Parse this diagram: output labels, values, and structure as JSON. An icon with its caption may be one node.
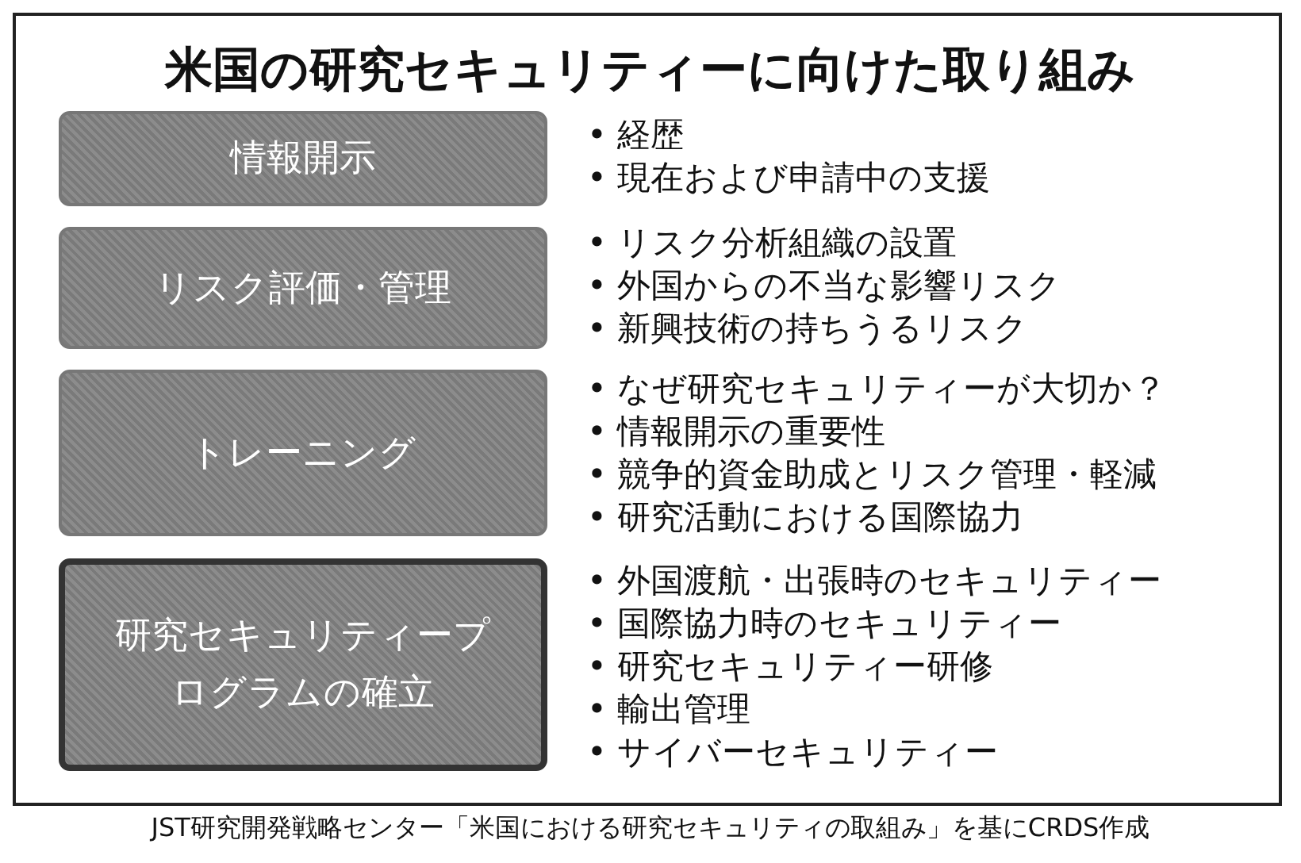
{
  "diagram": {
    "title": "米国の研究セキュリティーに向けた取り組み",
    "caption": "JST研究開発戦略センター「米国における研究セキュリティの取組み」を基にCRDS作成",
    "nodes": [
      {
        "text": [
          "情報開示"
        ],
        "beside": [
          "• 経歴",
          "• 現在および申請中の支援"
        ]
      },
      {
        "text": [
          "リスク評価・管理"
        ],
        "beside": [
          "• リスク分析組織の設置",
          "• 外国からの不当な影響リスク",
          "• 新興技術の持ちうるリスク"
        ]
      },
      {
        "text": [
          "トレーニング"
        ],
        "beside": [
          "• なぜ研究セキュリティーが大切か？",
          "• 情報開示の重要性",
          "• 競争的資金助成とリスク管理・軽減",
          "• 研究活動における国際協力"
        ]
      },
      {
        "text": [
          "研究セキュリティープログラムの確立"
        ],
        "beside": [
          "• 外国渡航・出張時のセキュリティー",
          "• 国際協力時のセキュリティー",
          "• 研究セキュリティー研修",
          "• 輸出管理",
          "• サイバーセキュリティー"
        ]
      }
    ]
  }
}
